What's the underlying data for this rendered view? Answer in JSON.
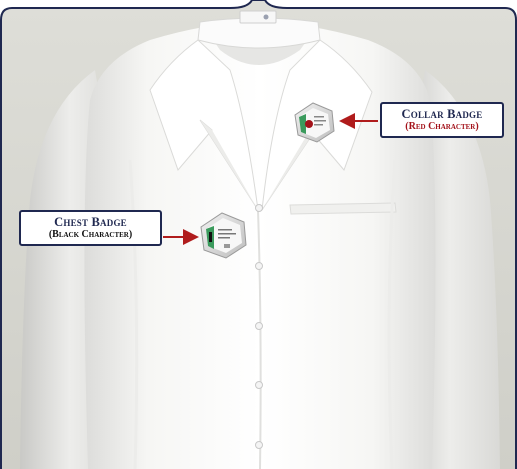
{
  "colors": {
    "navy": "#1f2850",
    "red_character": "#a3121a",
    "black_character": "#111111",
    "arrow": "#b01c1c",
    "coat": "#f4f4f2",
    "background": "#d3d3cc",
    "badge_green": "#3a9a5c"
  },
  "collar_badge": {
    "title": "Collar Badge",
    "subtitle": "(Red Character)"
  },
  "chest_badge": {
    "title": "Chest Badge",
    "subtitle": "(Black Character)"
  }
}
